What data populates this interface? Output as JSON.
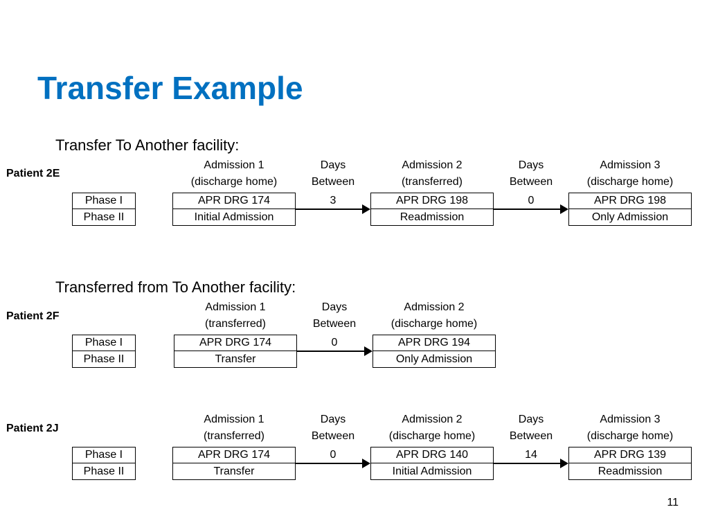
{
  "title": "Transfer Example",
  "page_number": "11",
  "sections": [
    {
      "subtitle": "Transfer To Another facility:",
      "patient": "Patient 2E",
      "phases": [
        "Phase I",
        "Phase II"
      ],
      "admissions": [
        {
          "h1": "Admission 1",
          "h2": "(discharge home)",
          "drg": "APR DRG 174",
          "type": "Initial Admission"
        },
        {
          "h1": "Admission 2",
          "h2": "(transferred)",
          "drg": "APR DRG 198",
          "type": "Readmission"
        },
        {
          "h1": "Admission 3",
          "h2": "(discharge home)",
          "drg": "APR DRG 198",
          "type": "Only Admission"
        }
      ],
      "days": [
        {
          "h1": "Days",
          "h2": "Between",
          "value": "3"
        },
        {
          "h1": "Days",
          "h2": "Between",
          "value": "0"
        }
      ]
    },
    {
      "subtitle": "Transferred from  To Another facility:",
      "patient": "Patient 2F",
      "phases": [
        "Phase I",
        "Phase II"
      ],
      "admissions": [
        {
          "h1": "Admission 1",
          "h2": "(transferred)",
          "drg": "APR DRG 174",
          "type": "Transfer"
        },
        {
          "h1": "Admission 2",
          "h2": "(discharge home)",
          "drg": "APR DRG 194",
          "type": "Only Admission"
        }
      ],
      "days": [
        {
          "h1": "Days",
          "h2": "Between",
          "value": "0"
        }
      ]
    },
    {
      "subtitle": "",
      "patient": "Patient 2J",
      "phases": [
        "Phase I",
        "Phase II"
      ],
      "admissions": [
        {
          "h1": "Admission 1",
          "h2": "(transferred)",
          "drg": "APR DRG 174",
          "type": "Transfer"
        },
        {
          "h1": "Admission 2",
          "h2": "(discharge home)",
          "drg": "APR DRG 140",
          "type": "Initial Admission"
        },
        {
          "h1": "Admission 3",
          "h2": "(discharge home)",
          "drg": "APR DRG 139",
          "type": "Readmission"
        }
      ],
      "days": [
        {
          "h1": "Days",
          "h2": "Between",
          "value": "0"
        },
        {
          "h1": "Days",
          "h2": "Between",
          "value": "14"
        }
      ]
    }
  ]
}
